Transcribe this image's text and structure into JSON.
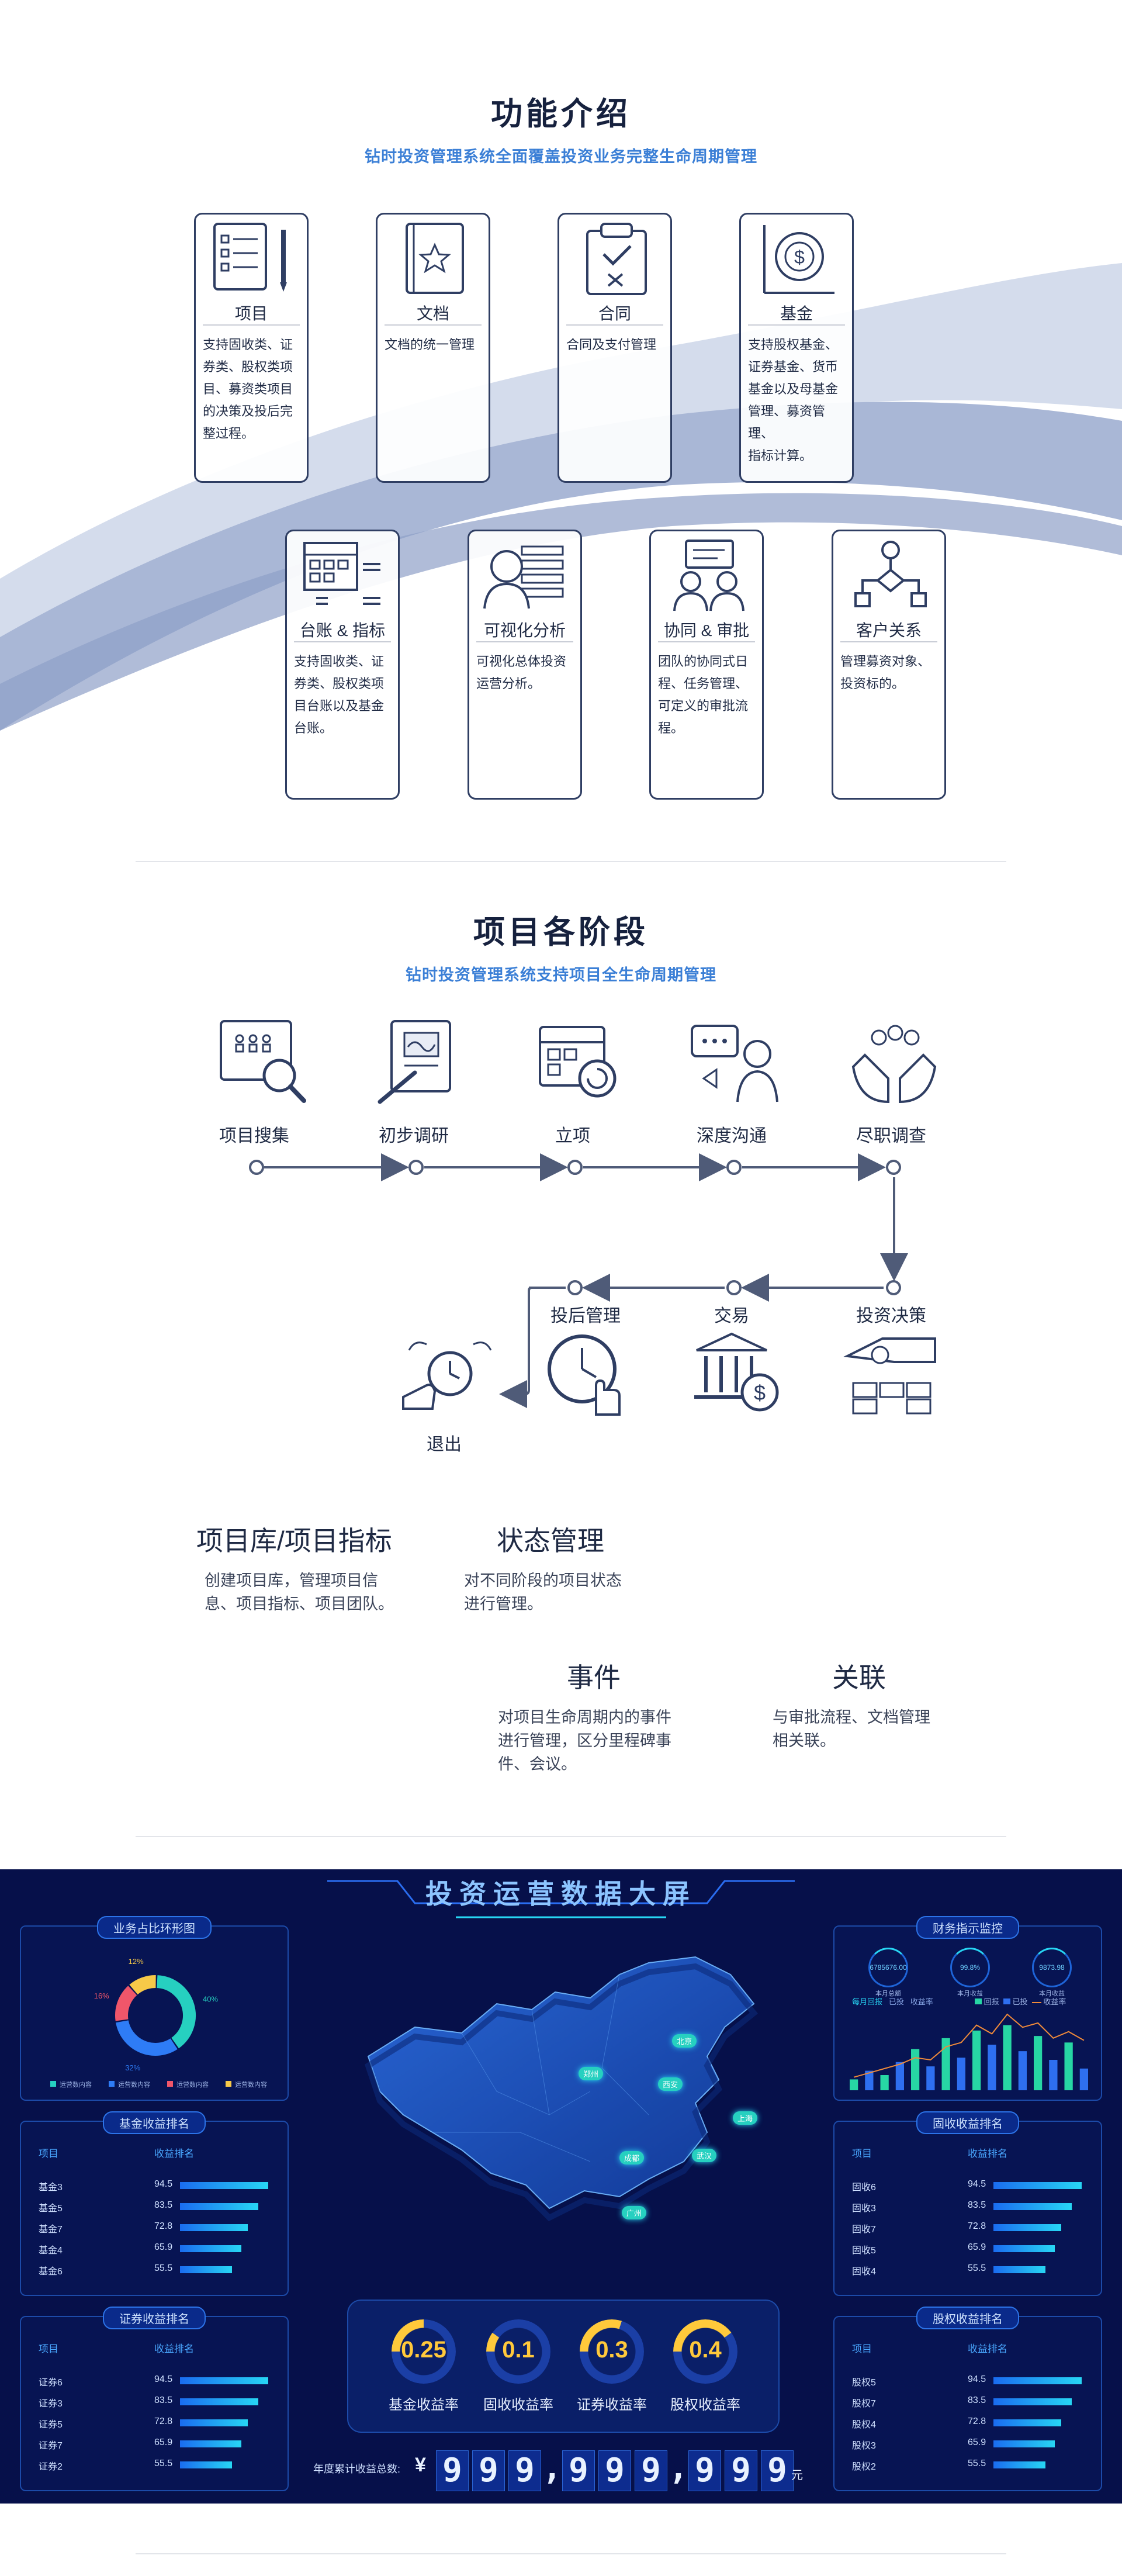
{
  "features_section": {
    "title": "功能介绍",
    "subtitle": "钻时投资管理系统全面覆盖投资业务完整生命周期管理",
    "cards": [
      {
        "label": "项目",
        "icon": "checklist-icon",
        "desc": [
          "支持固收类、证",
          "券类、股权类项",
          "目、募资类项目",
          "的决策及投后完",
          "整过程。"
        ]
      },
      {
        "label": "文档",
        "icon": "document-star-icon",
        "desc": [
          "文档的统一管理"
        ]
      },
      {
        "label": "合同",
        "icon": "clipboard-check-icon",
        "desc": [
          "合同及支付管理"
        ]
      },
      {
        "label": "基金",
        "icon": "fund-chart-icon",
        "desc": [
          "支持股权基金、",
          "证券基金、货币",
          "基金以及母基金",
          "管理、募资管理、",
          "指标计算。"
        ]
      },
      {
        "label": "台账 & 指标",
        "icon": "ledger-grid-icon",
        "desc": [
          "支持固收类、证",
          "券类、股权类项",
          "目台账以及基金",
          "台账。"
        ]
      },
      {
        "label": "可视化分析",
        "icon": "analysis-person-icon",
        "desc": [
          "可视化总体投资",
          "运营分析。"
        ]
      },
      {
        "label": "协同 & 审批",
        "icon": "team-chat-icon",
        "desc": [
          "团队的协同式日",
          "程、任务管理、",
          "可定义的审批流",
          "程。"
        ]
      },
      {
        "label": "客户关系",
        "icon": "org-flow-icon",
        "desc": [
          "管理募资对象、",
          "投资标的。"
        ]
      }
    ]
  },
  "stages_section": {
    "title": "项目各阶段",
    "subtitle": "钻时投资管理系统支持项目全生命周期管理",
    "top_stages": [
      "项目搜集",
      "初步调研",
      "立项",
      "深度沟通",
      "尽职调查"
    ],
    "bottom_stages": [
      "投后管理",
      "交易",
      "投资决策"
    ],
    "exit_label": "退出",
    "features": [
      {
        "title": "项目库/项目指标",
        "desc": [
          "创建项目库，管理项目信",
          "息、项目指标、项目团队。"
        ]
      },
      {
        "title": "状态管理",
        "desc": [
          "对不同阶段的项目状态",
          "进行管理。"
        ]
      },
      {
        "title": "事件",
        "desc": [
          "对项目生命周期内的事件",
          "进行管理，区分里程碑事",
          "件、会议。"
        ]
      },
      {
        "title": "关联",
        "desc": [
          "与审批流程、文档管理",
          "相关联。"
        ]
      }
    ]
  },
  "dashboard": {
    "title": "投资运营数据大屏",
    "donut": {
      "title": "业务占比环形图",
      "slices": [
        {
          "label": "运营数内容",
          "value": 40,
          "color": "#26d0c0"
        },
        {
          "label": "运营数内容",
          "value": 32,
          "color": "#2e7cf6"
        },
        {
          "label": "运营数内容",
          "value": 16,
          "color": "#f0566a"
        },
        {
          "label": "运营数内容",
          "value": 12,
          "color": "#f7c948"
        }
      ],
      "pct_labels": [
        "40%",
        "32%",
        "16%",
        "12%"
      ]
    },
    "fund_rank": {
      "title": "基金收益排名",
      "col1": "项目",
      "col2": "收益排名",
      "rows": [
        {
          "name": "基金3",
          "value": 94.5
        },
        {
          "name": "基金5",
          "value": 83.5
        },
        {
          "name": "基金7",
          "value": 72.8
        },
        {
          "name": "基金4",
          "value": 65.9
        },
        {
          "name": "基金6",
          "value": 55.5
        }
      ]
    },
    "sec_rank": {
      "title": "证券收益排名",
      "col1": "项目",
      "col2": "收益排名",
      "rows": [
        {
          "name": "证券6",
          "value": 94.5
        },
        {
          "name": "证券3",
          "value": 83.5
        },
        {
          "name": "证券5",
          "value": 72.8
        },
        {
          "name": "证券7",
          "value": 65.9
        },
        {
          "name": "证券2",
          "value": 55.5
        }
      ]
    },
    "fixed_rank": {
      "title": "固收收益排名",
      "col1": "项目",
      "col2": "收益排名",
      "rows": [
        {
          "name": "固收6",
          "value": 94.5
        },
        {
          "name": "固收3",
          "value": 83.5
        },
        {
          "name": "固收7",
          "value": 72.8
        },
        {
          "name": "固收5",
          "value": 65.9
        },
        {
          "name": "固收4",
          "value": 55.5
        }
      ]
    },
    "equity_rank": {
      "title": "股权收益排名",
      "col1": "项目",
      "col2": "收益排名",
      "rows": [
        {
          "name": "股权5",
          "value": 94.5
        },
        {
          "name": "股权7",
          "value": 83.5
        },
        {
          "name": "股权4",
          "value": 72.8
        },
        {
          "name": "股权3",
          "value": 65.9
        },
        {
          "name": "股权2",
          "value": 55.5
        }
      ]
    },
    "finance": {
      "title": "财务指示监控",
      "kpis": [
        {
          "value": "6785676.00",
          "label": "本月总额"
        },
        {
          "value": "99.8%",
          "label": "本月收益"
        },
        {
          "value": "9873.98",
          "label": "本月收益"
        }
      ],
      "tabs": [
        "每月回报",
        "已投",
        "收益率"
      ],
      "legend": [
        "回报",
        "已投",
        "收益率"
      ],
      "bars": [
        10,
        18,
        14,
        26,
        38,
        22,
        48,
        30,
        55,
        42,
        60,
        36,
        50,
        28,
        44,
        20
      ],
      "line": [
        12,
        16,
        20,
        24,
        30,
        28,
        40,
        44,
        60,
        52,
        70,
        58,
        62,
        48,
        54,
        46
      ]
    },
    "map_cities": [
      "北京",
      "郑州",
      "西安",
      "上海",
      "成都",
      "武汉",
      "广州"
    ],
    "gauges": [
      {
        "value": "0.25",
        "label": "基金收益率",
        "fraction": 0.25
      },
      {
        "value": "0.1",
        "label": "固收收益率",
        "fraction": 0.1
      },
      {
        "value": "0.3",
        "label": "证券收益率",
        "fraction": 0.3
      },
      {
        "value": "0.4",
        "label": "股权收益率",
        "fraction": 0.4
      }
    ],
    "total_label": "年度累计收益总数:",
    "currency": "¥",
    "total_digits": [
      "9",
      "9",
      "9",
      "9",
      "9",
      "9",
      "9",
      "9",
      "9"
    ],
    "unit": "元"
  },
  "colors": {
    "navy": "#1f2a44",
    "accent": "#3b7fd6",
    "dash_bg": "#06104a"
  }
}
